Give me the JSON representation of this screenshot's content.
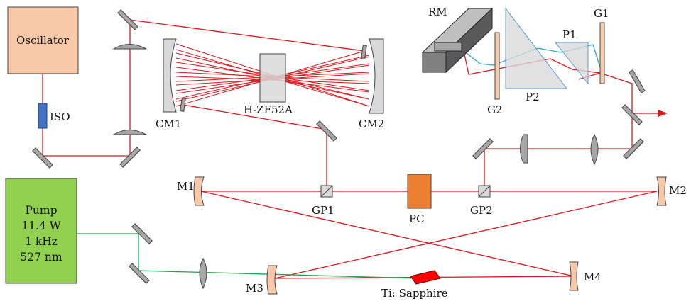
{
  "colors": {
    "red_beam": "#e0161b",
    "green_beam": "#18a84b",
    "blue_beam": "#2ba7d9",
    "oscillator_fill": "#f7c9a9",
    "pump_fill": "#92d050",
    "pc_fill": "#ed7d31",
    "iso_fill": "#4472c4",
    "cm_fill": "#d9d9d9",
    "mirror_fill": "#a6a6a6",
    "curved_mirror_fill": "#f7c9a9",
    "crystal_fill": "#ff0000",
    "grating_fill": "#f8cbad",
    "prism_fill": "#d9d9d9",
    "prism_stroke": "#5b9bd5"
  },
  "components": {
    "oscillator": "Oscillator",
    "isolator": "ISO",
    "cm1": "CM1",
    "cm2": "CM2",
    "glass": "H-ZF52A",
    "rm": "RM",
    "p1": "P1",
    "p2": "P2",
    "g1": "G1",
    "g2": "G2",
    "m1": "M1",
    "m2": "M2",
    "m3": "M3",
    "m4": "M4",
    "gp1": "GP1",
    "gp2": "GP2",
    "pc": "PC",
    "crystal": "Ti: Sapphire",
    "pump_lines": [
      "Pump",
      "11.4 W",
      "1 kHz",
      "527 nm"
    ]
  }
}
